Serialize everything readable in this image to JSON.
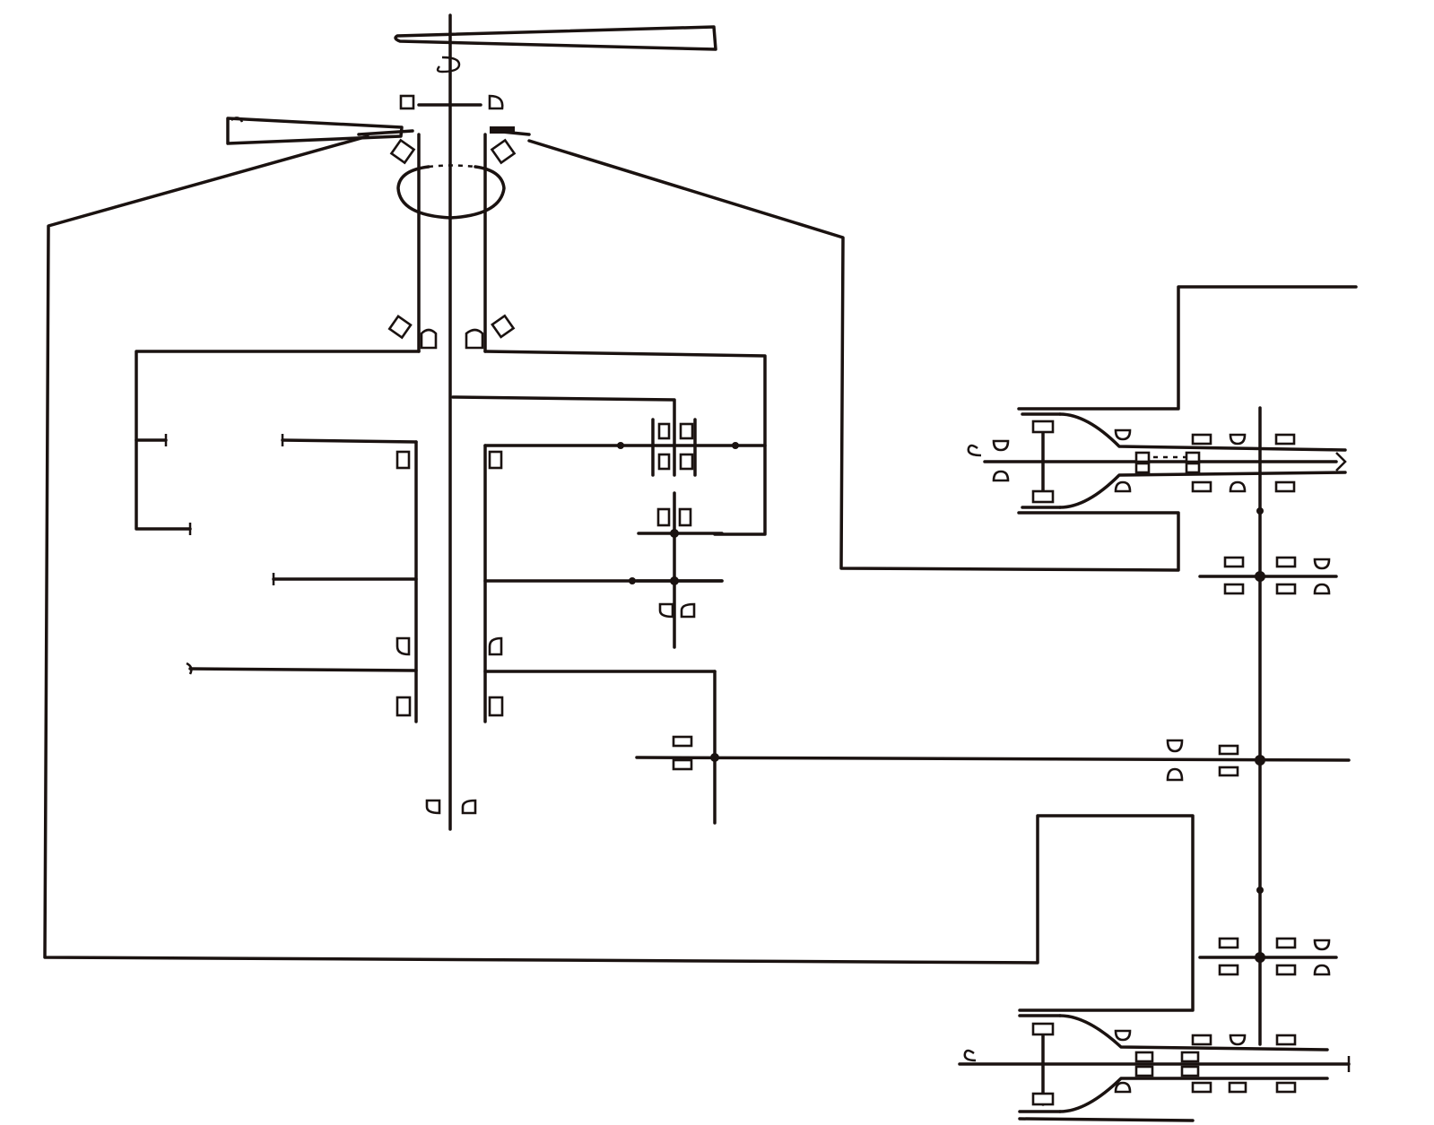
{
  "diagram": {
    "type": "mechanical-transmission-kinematic-scheme",
    "ink_color": "#1a1210",
    "background_color": "#ffffff",
    "components": [
      "main-rotor-blade",
      "tail-rotor-blade",
      "main-rotor-shaft",
      "swashplate-ring",
      "main-gearbox-housing",
      "engine-frame",
      "intermediate-gearbox-upper",
      "intermediate-gearbox-lower",
      "vertical-drive-shaft",
      "horizontal-drive-shaft"
    ]
  }
}
